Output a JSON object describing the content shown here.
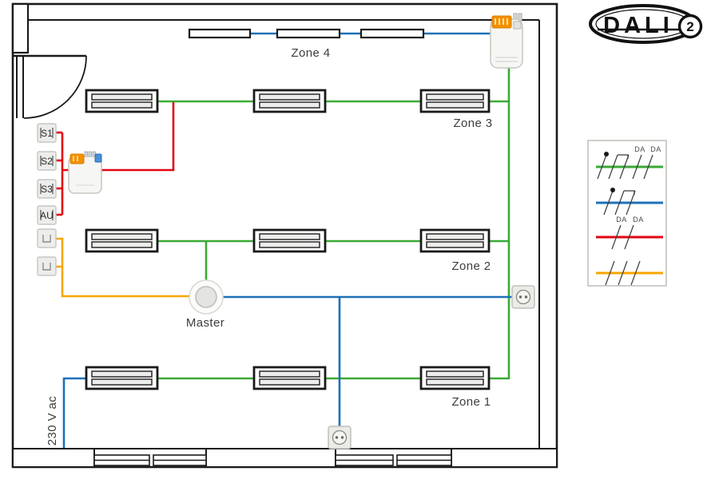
{
  "logo": {
    "text": "DALI",
    "version": "2"
  },
  "zones": {
    "zone1": {
      "label": "Zone 1",
      "fixtures": 3
    },
    "zone2": {
      "label": "Zone 2",
      "fixtures": 3
    },
    "zone3": {
      "label": "Zone 3",
      "fixtures": 3
    },
    "zone4": {
      "label": "Zone 4",
      "fixtures": 3
    }
  },
  "devices": {
    "master_label": "Master"
  },
  "inputs": {
    "switch_labels": [
      "S1",
      "S2",
      "S3",
      "AU"
    ],
    "push_button_count": 2
  },
  "mains_label": "230 V ac",
  "wire_colors": {
    "zone_bus_green": "#3aaa35",
    "data_blue": "#1d71b8",
    "input_red": "#e30613",
    "switch_orange": "#f7a600"
  },
  "legend": {
    "rows": [
      {
        "name": "green-5-core",
        "color": "#3aaa35",
        "conductors": 5,
        "labels": [
          "DA",
          "DA"
        ]
      },
      {
        "name": "blue-3-core",
        "color": "#1d71b8",
        "conductors": 3,
        "labels": []
      },
      {
        "name": "red-2-core",
        "color": "#e30613",
        "conductors": 2,
        "labels": [
          "DA",
          "DA"
        ]
      },
      {
        "name": "orange-3-core",
        "color": "#f7a600",
        "conductors": 3,
        "labels": []
      }
    ]
  }
}
